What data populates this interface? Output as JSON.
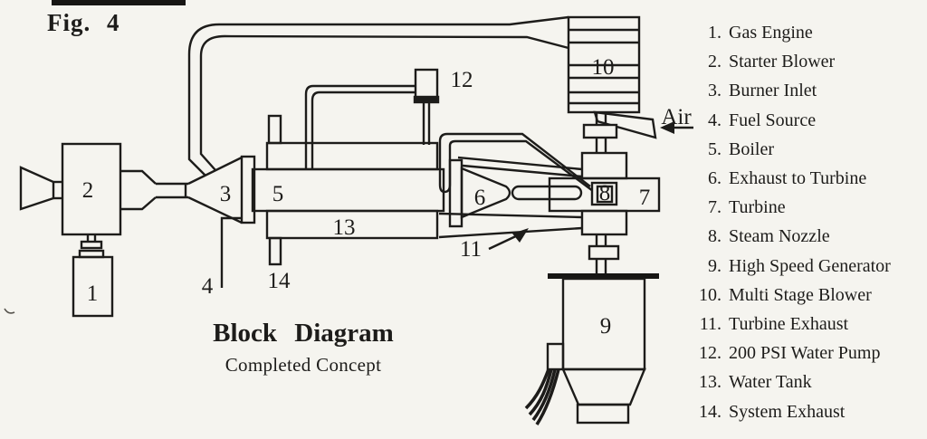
{
  "figure": {
    "fig_label": "Fig. 4",
    "title": "Block Diagram",
    "subtitle": "Completed Concept",
    "air_label": "Air"
  },
  "diagram": {
    "component_numbers": {
      "c1": "1",
      "c2": "2",
      "c3": "3",
      "c4": "4",
      "c5": "5",
      "c6": "6",
      "c7": "7",
      "c8": "8",
      "c9": "9",
      "c10": "10",
      "c11": "11",
      "c12": "12",
      "c13": "13",
      "c14": "14"
    }
  },
  "legend": {
    "items": [
      {
        "num": "1.",
        "label": "Gas Engine"
      },
      {
        "num": "2.",
        "label": "Starter Blower"
      },
      {
        "num": "3.",
        "label": "Burner Inlet"
      },
      {
        "num": "4.",
        "label": "Fuel Source"
      },
      {
        "num": "5.",
        "label": "Boiler"
      },
      {
        "num": "6.",
        "label": "Exhaust to Turbine"
      },
      {
        "num": "7.",
        "label": "Turbine"
      },
      {
        "num": "8.",
        "label": "Steam Nozzle"
      },
      {
        "num": "9.",
        "label": "High Speed Generator"
      },
      {
        "num": "10.",
        "label": "Multi Stage Blower"
      },
      {
        "num": "11.",
        "label": "Turbine Exhaust"
      },
      {
        "num": "12.",
        "label": "200 PSI Water Pump"
      },
      {
        "num": "13.",
        "label": "Water Tank"
      },
      {
        "num": "14.",
        "label": "System Exhaust"
      }
    ]
  },
  "colors": {
    "ink": "#1d1c1a",
    "paper": "#f5f4ef"
  }
}
